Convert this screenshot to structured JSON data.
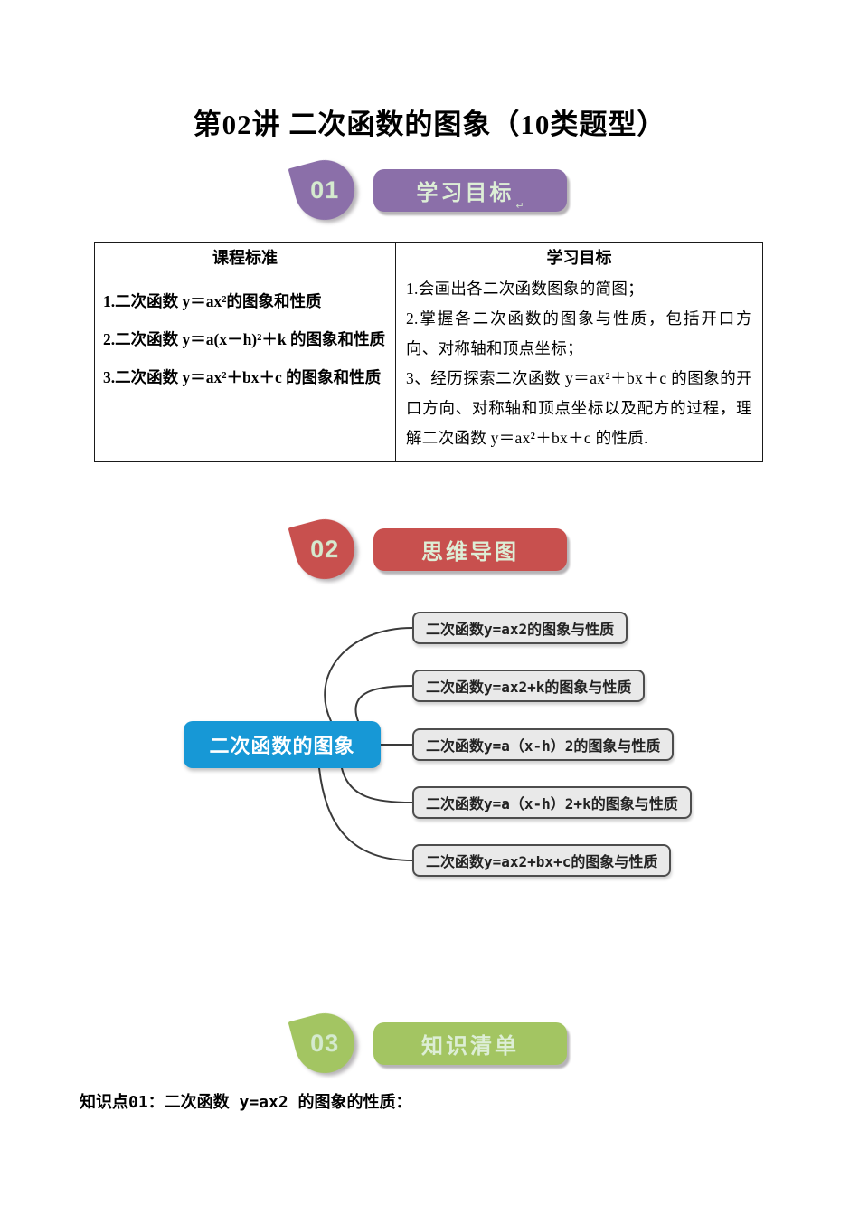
{
  "document": {
    "title": "第02讲 二次函数的图象（10类题型）"
  },
  "return_mark": "↵",
  "sections": [
    {
      "number": "01",
      "label": "学习目标",
      "color": "#8b6fa9"
    },
    {
      "number": "02",
      "label": "思维导图",
      "color": "#c8504e"
    },
    {
      "number": "03",
      "label": "知识清单",
      "color": "#a3c562"
    }
  ],
  "objectives_table": {
    "headers": [
      "课程标准",
      "学习目标"
    ],
    "curriculum_standards": [
      "1.二次函数 y＝ax²的图象和性质",
      "2.二次函数 y＝a(x－h)²＋k 的图象和性质",
      "3.二次函数 y＝ax²＋bx＋c 的图象和性质"
    ],
    "learning_goals": [
      "1.会画出各二次函数图象的简图；",
      "2.掌握各二次函数的图象与性质，包括开口方向、对称轴和顶点坐标；",
      "3、经历探索二次函数 y＝ax²＋bx＋c 的图象的开口方向、对称轴和顶点坐标以及配方的过程，理解二次函数 y＝ax²＋bx＋c 的性质."
    ]
  },
  "mindmap": {
    "center_label": "二次函数的图象",
    "center_color": "#1798d6",
    "branch_fill": "#e9e9e9",
    "branches": [
      "二次函数y=ax2的图象与性质",
      "二次函数y=ax2+k的图象与性质",
      "二次函数y=a（x-h）2的图象与性质",
      "二次函数y=a（x-h）2+k的图象与性质",
      "二次函数y=ax2+bx+c的图象与性质"
    ]
  },
  "knowledge_section": {
    "point_title": "知识点01：二次函数 y=ax2 的图象的性质："
  }
}
